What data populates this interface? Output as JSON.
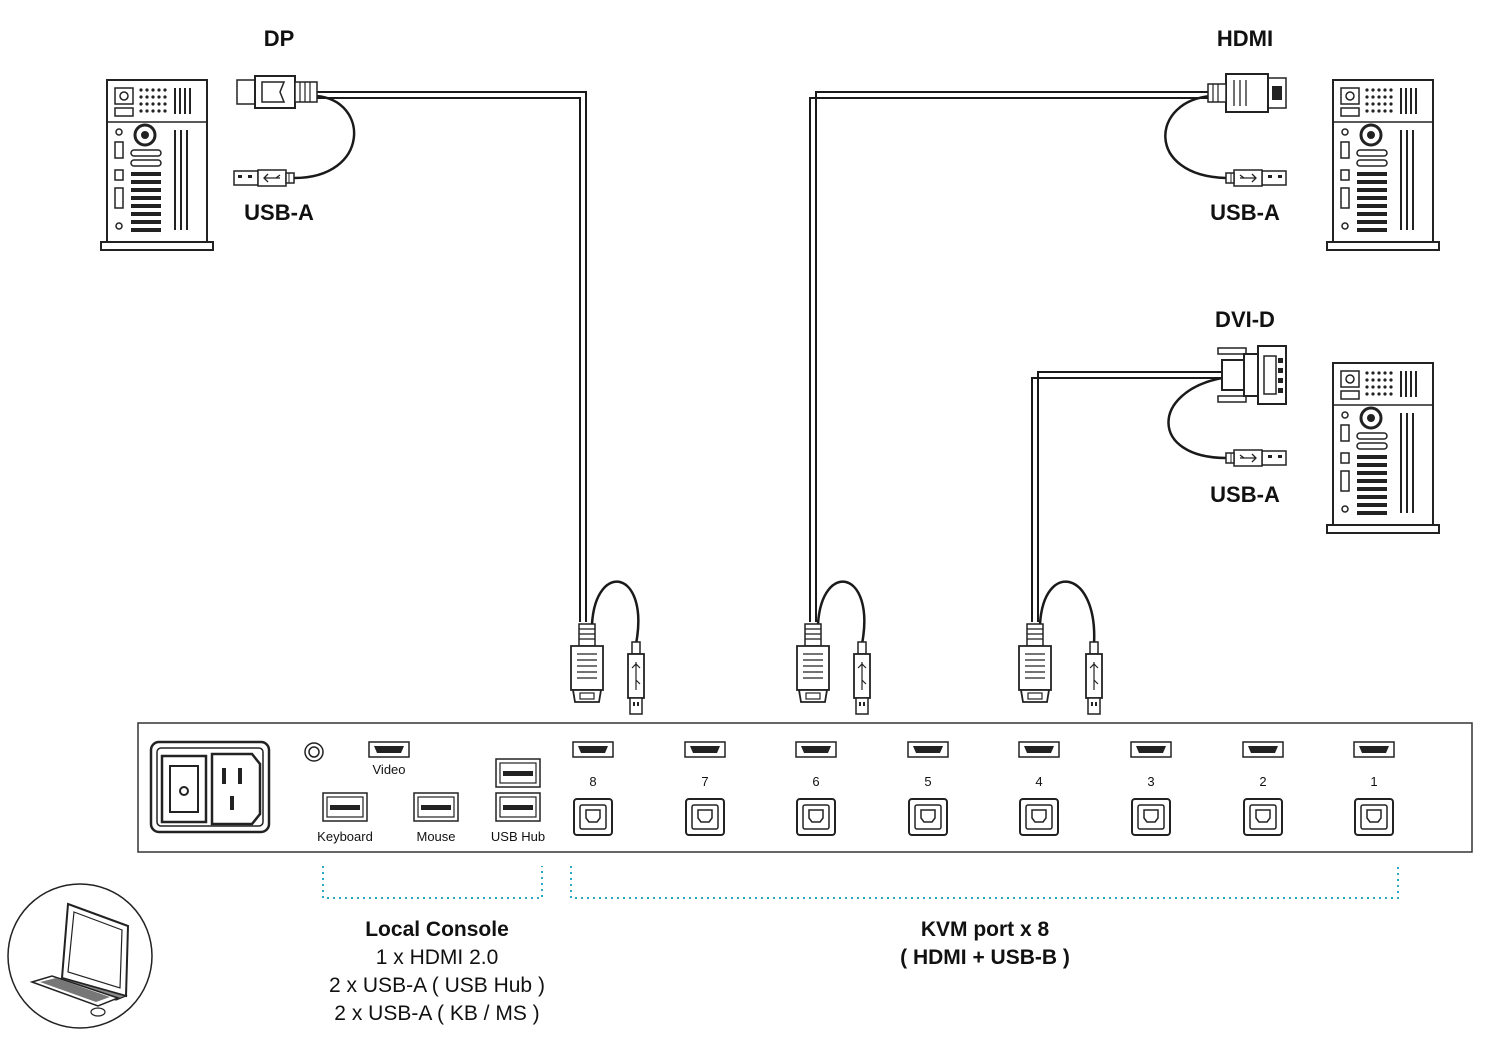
{
  "computers": [
    {
      "video_label": "DP",
      "usb_label": "USB-A"
    },
    {
      "video_label": "HDMI",
      "usb_label": "USB-A"
    },
    {
      "video_label": "DVI-D",
      "usb_label": "USB-A"
    }
  ],
  "console_ports": {
    "video": "Video",
    "keyboard": "Keyboard",
    "mouse": "Mouse",
    "usb_hub": "USB Hub"
  },
  "kvm_port_numbers": [
    "8",
    "7",
    "6",
    "5",
    "4",
    "3",
    "2",
    "1"
  ],
  "local_console": {
    "title": "Local Console",
    "lines": [
      "1 x HDMI 2.0",
      "2 x USB-A ( USB Hub )",
      "2 x USB-A ( KB / MS )"
    ]
  },
  "kvm_ports": {
    "title": "KVM port x 8",
    "subtitle": "( HDMI + USB-B )"
  },
  "colors": {
    "line": "#1a1a1a",
    "bracket": "#2aa8c4"
  }
}
